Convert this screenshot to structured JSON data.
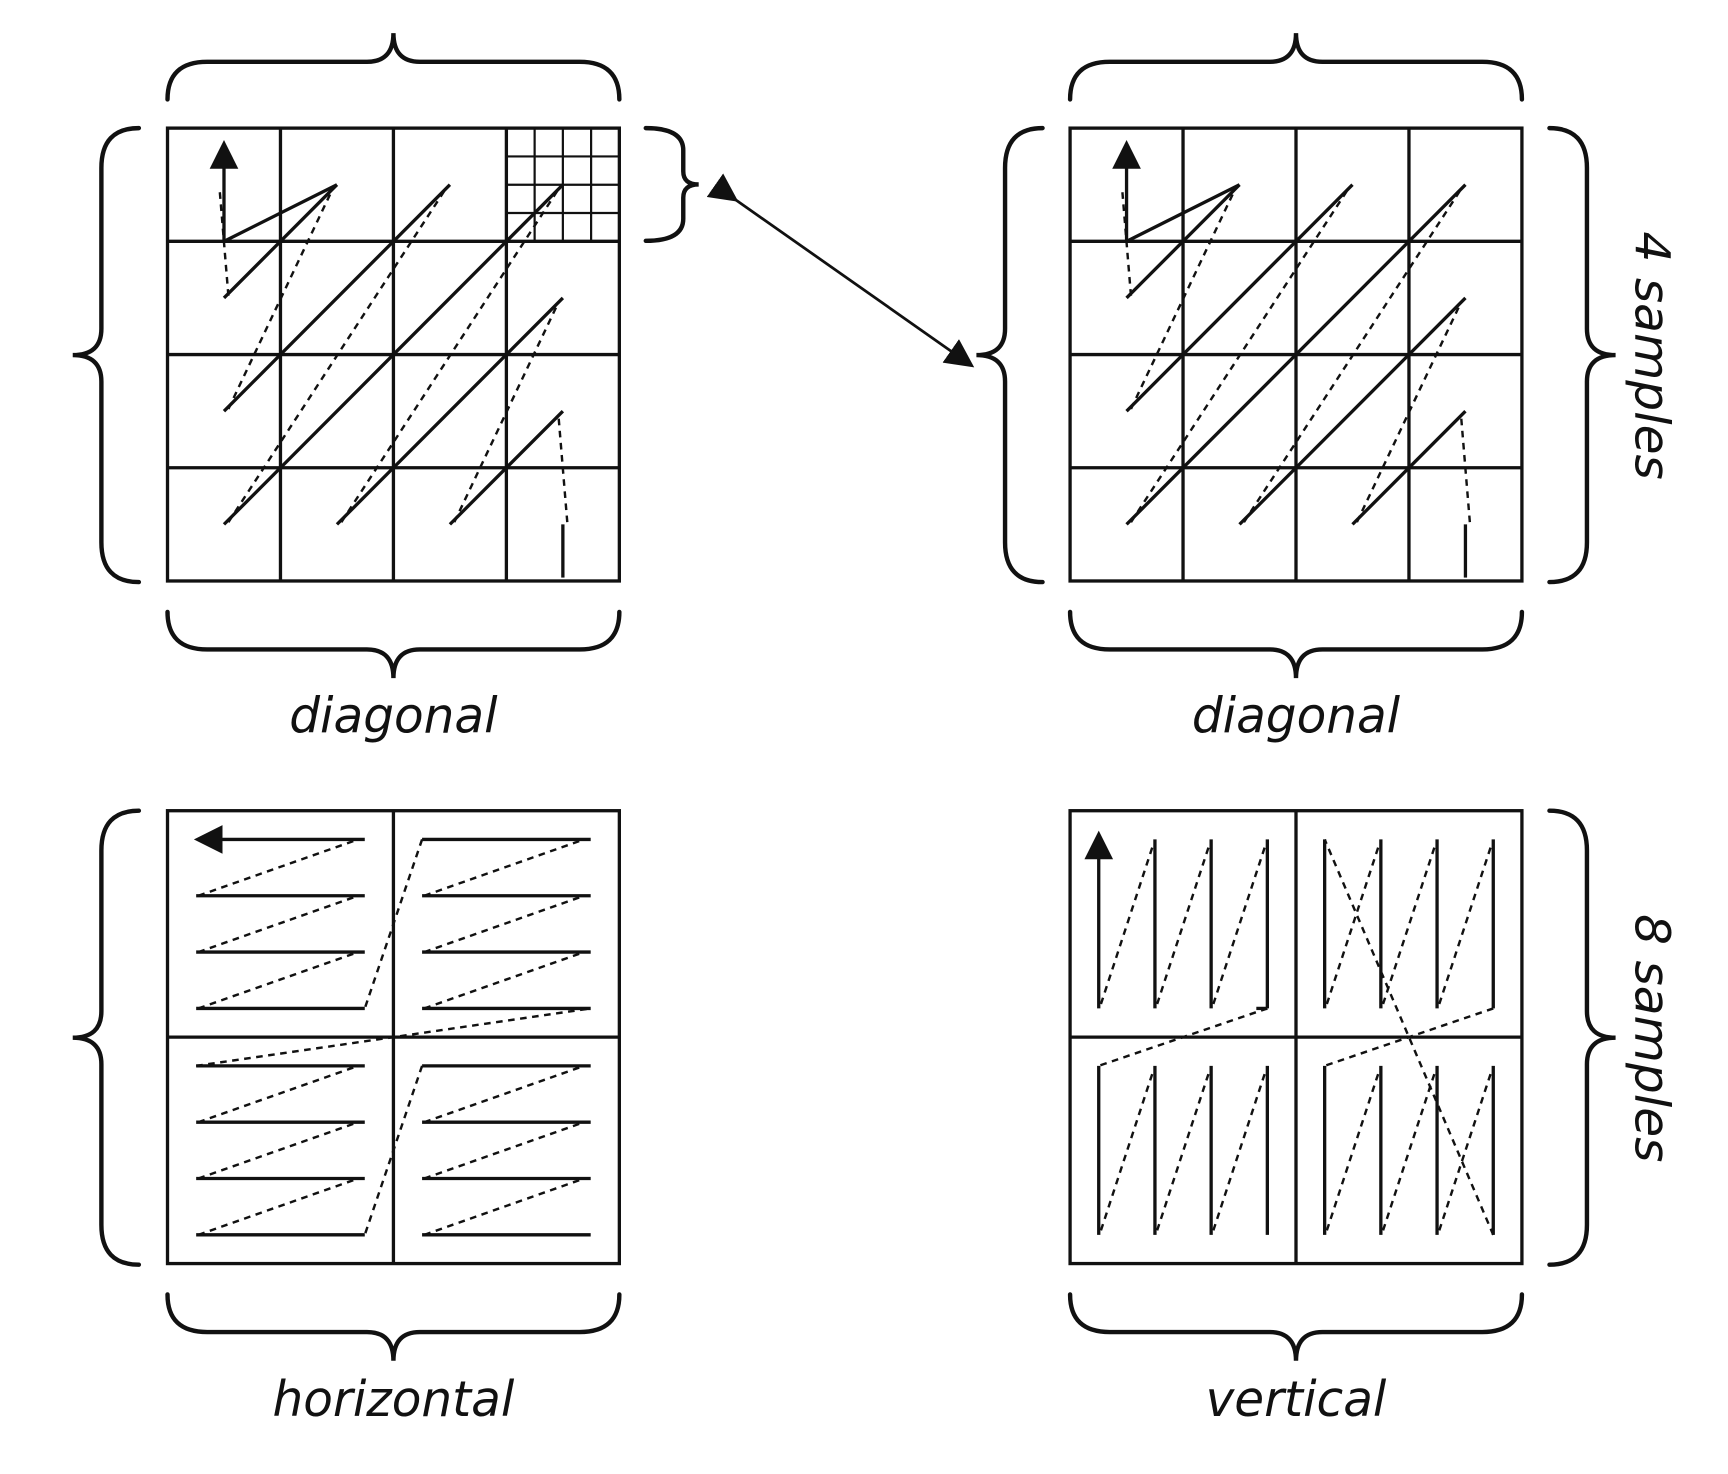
{
  "title": "Coefficient scan orders",
  "panels": [
    {
      "id": "diagonal-8x8",
      "caption": "diagonal",
      "subblocks": "4x4",
      "scan": "diagonal"
    },
    {
      "id": "diagonal-4x4",
      "caption": "diagonal",
      "subblocks": "4x4",
      "scan": "diagonal"
    },
    {
      "id": "horizontal-8x8",
      "caption": "horizontal",
      "subblocks": "2x2",
      "scan": "horizontal"
    },
    {
      "id": "vertical-8x8",
      "caption": "vertical",
      "subblocks": "2x2",
      "scan": "vertical"
    }
  ],
  "side_labels": {
    "top": "4 samples",
    "bottom": "8 samples"
  },
  "connector": {
    "type": "double-arrow",
    "meaning": "4x4 sub-block corresponds to scanned block"
  }
}
